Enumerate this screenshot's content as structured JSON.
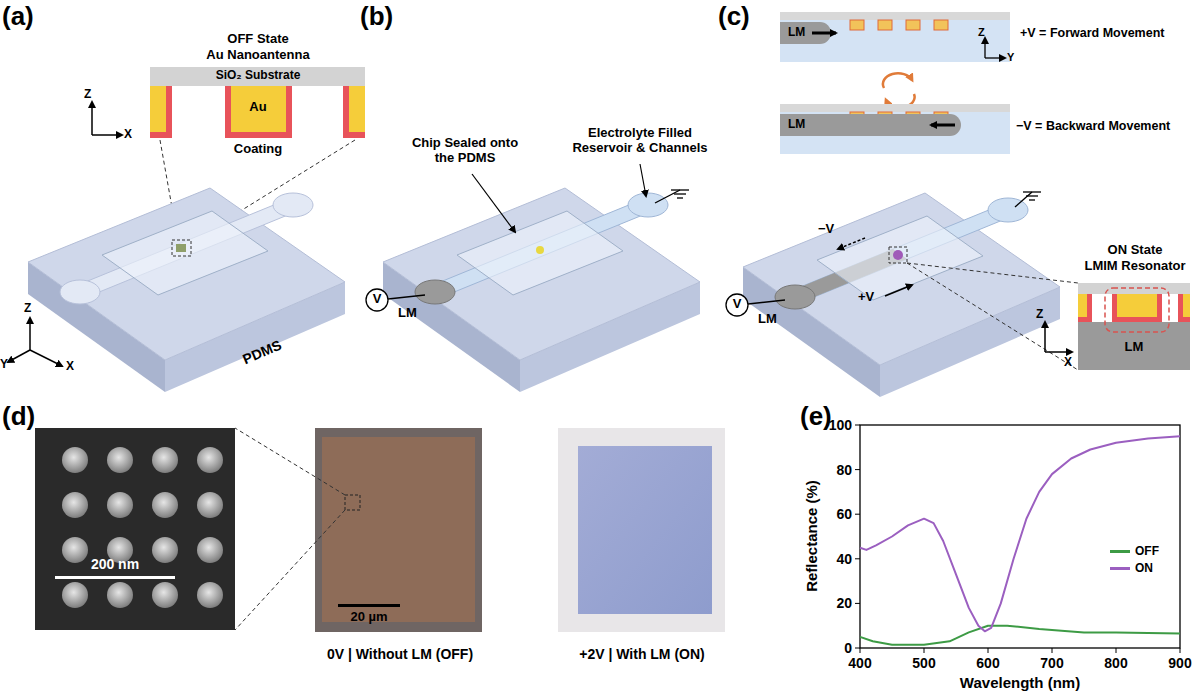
{
  "diagram": {
    "labels": [
      "(a)",
      "(b)",
      "(c)",
      "(d)",
      "(e)",
      "OFF State",
      "Au Nanoantenna",
      "SiO₂ Substrate",
      "Au",
      "Coating",
      "Z",
      "X",
      "PDMS",
      "Z",
      "Y",
      "X",
      "Chip Sealed onto the PDMS",
      "Electrolyte Filled Reservoir & Channels",
      "V",
      "LM",
      "LM",
      "Z",
      "Y",
      "+V = Forward Movement",
      "LM",
      "−V = Backward Movement",
      "−V",
      "+V",
      "V",
      "LM",
      "ON State",
      "LMIM Resonator",
      "Z",
      "X",
      "LM",
      "200 nm",
      "20 µm",
      "0V | Without LM (OFF)",
      "+2V | With LM (ON)",
      "Reflectance (%)",
      "Wavelength (nm)",
      "0",
      "20",
      "40",
      "60",
      "80",
      "100",
      "400",
      "500",
      "600",
      "700",
      "800",
      "900"
    ],
    "legend": [
      {
        "text": "OFF",
        "color": "#3d9b45"
      },
      {
        "text": "ON",
        "color": "#9b5fc0"
      }
    ]
  }
}
